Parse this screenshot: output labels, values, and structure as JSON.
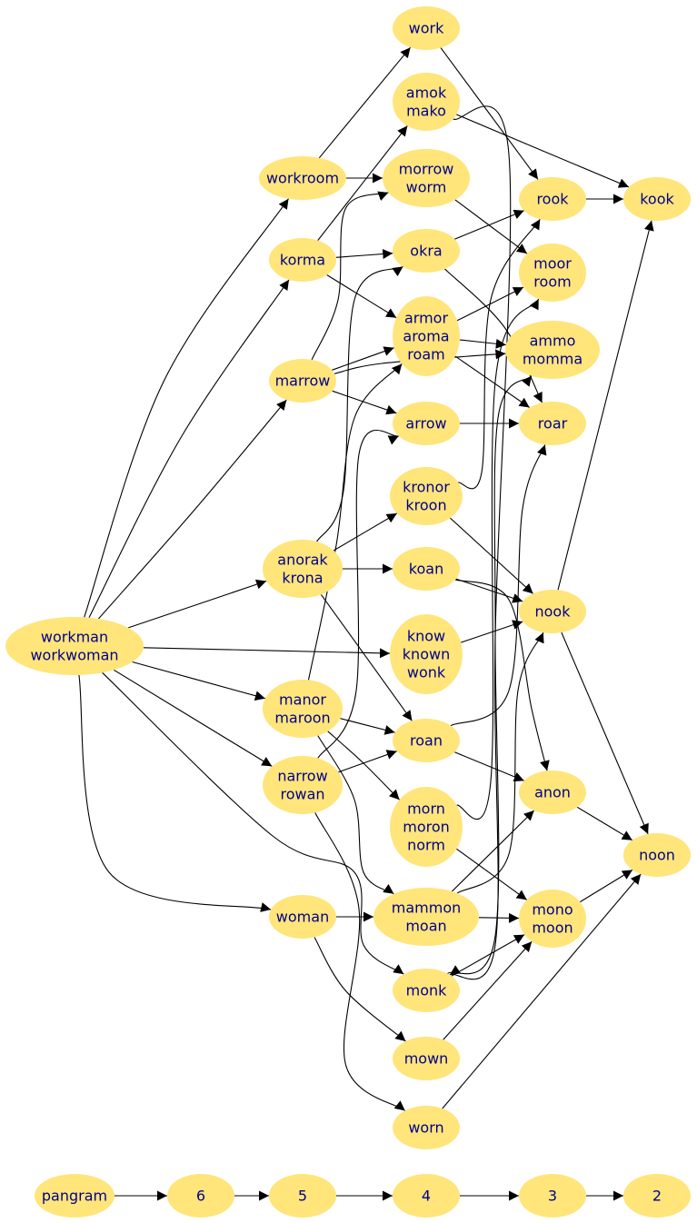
{
  "colors": {
    "node_fill": "#FFE57A",
    "node_text": "#00008B",
    "edge": "#000000",
    "background": "#FFFFFF"
  },
  "nodes": [
    {
      "id": "work",
      "lines": [
        "work"
      ]
    },
    {
      "id": "amok",
      "lines": [
        "amok",
        "mako"
      ]
    },
    {
      "id": "workroom",
      "lines": [
        "workroom"
      ]
    },
    {
      "id": "morrow",
      "lines": [
        "morrow",
        "worm"
      ]
    },
    {
      "id": "rook",
      "lines": [
        "rook"
      ]
    },
    {
      "id": "kook",
      "lines": [
        "kook"
      ]
    },
    {
      "id": "korma",
      "lines": [
        "korma"
      ]
    },
    {
      "id": "okra",
      "lines": [
        "okra"
      ]
    },
    {
      "id": "moor",
      "lines": [
        "moor",
        "room"
      ]
    },
    {
      "id": "armor",
      "lines": [
        "armor",
        "aroma",
        "roam"
      ]
    },
    {
      "id": "ammo",
      "lines": [
        "ammo",
        "momma"
      ]
    },
    {
      "id": "marrow",
      "lines": [
        "marrow"
      ]
    },
    {
      "id": "arrow",
      "lines": [
        "arrow"
      ]
    },
    {
      "id": "roar",
      "lines": [
        "roar"
      ]
    },
    {
      "id": "kronor",
      "lines": [
        "kronor",
        "kroon"
      ]
    },
    {
      "id": "anorak",
      "lines": [
        "anorak",
        "krona"
      ]
    },
    {
      "id": "koan",
      "lines": [
        "koan"
      ]
    },
    {
      "id": "nook",
      "lines": [
        "nook"
      ]
    },
    {
      "id": "workman",
      "lines": [
        "workman",
        "workwoman"
      ]
    },
    {
      "id": "know",
      "lines": [
        "know",
        "known",
        "wonk"
      ]
    },
    {
      "id": "manor",
      "lines": [
        "manor",
        "maroon"
      ]
    },
    {
      "id": "roan",
      "lines": [
        "roan"
      ]
    },
    {
      "id": "narrow",
      "lines": [
        "narrow",
        "rowan"
      ]
    },
    {
      "id": "anon",
      "lines": [
        "anon"
      ]
    },
    {
      "id": "morn",
      "lines": [
        "morn",
        "moron",
        "norm"
      ]
    },
    {
      "id": "noon",
      "lines": [
        "noon"
      ]
    },
    {
      "id": "woman",
      "lines": [
        "woman"
      ]
    },
    {
      "id": "mammon",
      "lines": [
        "mammon",
        "moan"
      ]
    },
    {
      "id": "mono",
      "lines": [
        "mono",
        "moon"
      ]
    },
    {
      "id": "monk",
      "lines": [
        "monk"
      ]
    },
    {
      "id": "mown",
      "lines": [
        "mown"
      ]
    },
    {
      "id": "worn",
      "lines": [
        "worn"
      ]
    },
    {
      "id": "pangram",
      "lines": [
        "pangram"
      ]
    },
    {
      "id": "lvl6",
      "lines": [
        "6"
      ]
    },
    {
      "id": "lvl5",
      "lines": [
        "5"
      ]
    },
    {
      "id": "lvl4",
      "lines": [
        "4"
      ]
    },
    {
      "id": "lvl3",
      "lines": [
        "3"
      ]
    },
    {
      "id": "lvl2",
      "lines": [
        "2"
      ]
    }
  ],
  "edges": [
    [
      "workroom",
      "work"
    ],
    [
      "workroom",
      "morrow"
    ],
    [
      "work",
      "rook"
    ],
    [
      "amok",
      "kook"
    ],
    [
      "amok",
      "monk"
    ],
    [
      "korma",
      "amok"
    ],
    [
      "korma",
      "okra"
    ],
    [
      "korma",
      "armor"
    ],
    [
      "morrow",
      "moor"
    ],
    [
      "rook",
      "kook"
    ],
    [
      "okra",
      "rook"
    ],
    [
      "okra",
      "roar"
    ],
    [
      "armor",
      "moor"
    ],
    [
      "armor",
      "ammo"
    ],
    [
      "armor",
      "roar"
    ],
    [
      "marrow",
      "morrow"
    ],
    [
      "marrow",
      "armor"
    ],
    [
      "marrow",
      "arrow"
    ],
    [
      "marrow",
      "ammo"
    ],
    [
      "arrow",
      "roar"
    ],
    [
      "kronor",
      "rook"
    ],
    [
      "kronor",
      "nook"
    ],
    [
      "anorak",
      "okra"
    ],
    [
      "anorak",
      "kronor"
    ],
    [
      "anorak",
      "koan"
    ],
    [
      "anorak",
      "roan"
    ],
    [
      "koan",
      "nook"
    ],
    [
      "koan",
      "anon"
    ],
    [
      "nook",
      "kook"
    ],
    [
      "nook",
      "noon"
    ],
    [
      "workman",
      "workroom"
    ],
    [
      "workman",
      "korma"
    ],
    [
      "workman",
      "marrow"
    ],
    [
      "workman",
      "anorak"
    ],
    [
      "workman",
      "know"
    ],
    [
      "workman",
      "manor"
    ],
    [
      "workman",
      "narrow"
    ],
    [
      "workman",
      "woman"
    ],
    [
      "workman",
      "monk"
    ],
    [
      "know",
      "nook"
    ],
    [
      "manor",
      "roan"
    ],
    [
      "manor",
      "morn"
    ],
    [
      "manor",
      "mammon"
    ],
    [
      "manor",
      "armor"
    ],
    [
      "roan",
      "roar"
    ],
    [
      "roan",
      "anon"
    ],
    [
      "narrow",
      "roan"
    ],
    [
      "narrow",
      "arrow"
    ],
    [
      "narrow",
      "worn"
    ],
    [
      "morn",
      "moor"
    ],
    [
      "morn",
      "mono"
    ],
    [
      "anon",
      "noon"
    ],
    [
      "woman",
      "mammon"
    ],
    [
      "woman",
      "mown"
    ],
    [
      "mammon",
      "mono"
    ],
    [
      "mammon",
      "anon"
    ],
    [
      "mammon",
      "nook"
    ],
    [
      "mono",
      "noon"
    ],
    [
      "monk",
      "mono"
    ],
    [
      "monk",
      "ammo"
    ],
    [
      "mown",
      "mono"
    ],
    [
      "worn",
      "noon"
    ],
    [
      "pangram",
      "lvl6"
    ],
    [
      "lvl6",
      "lvl5"
    ],
    [
      "lvl5",
      "lvl4"
    ],
    [
      "lvl4",
      "lvl3"
    ],
    [
      "lvl3",
      "lvl2"
    ]
  ]
}
